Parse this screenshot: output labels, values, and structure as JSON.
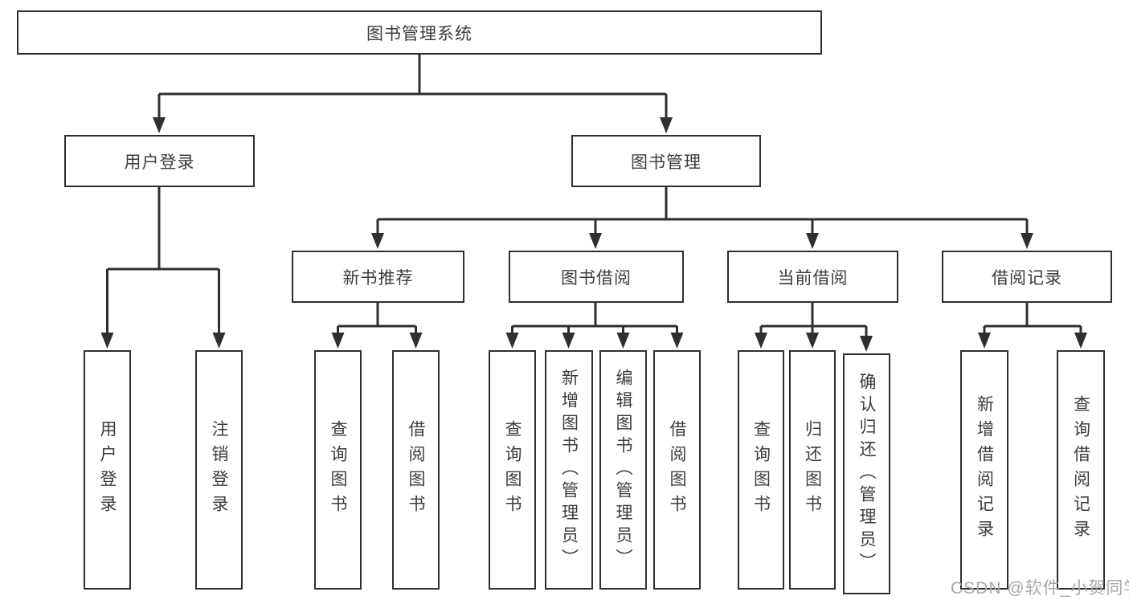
{
  "diagram_type": "tree",
  "tree": {
    "root": "图书管理系统",
    "level2": [
      {
        "label": "用户登录",
        "children": [
          "用户登录",
          "注销登录"
        ]
      },
      {
        "label": "图书管理",
        "children": [
          {
            "label": "新书推荐",
            "children": [
              "查询图书",
              "借阅图书"
            ]
          },
          {
            "label": "图书借阅",
            "children": [
              "查询图书",
              "新增图书（管理员）",
              "编辑图书（管理员）",
              "借阅图书"
            ]
          },
          {
            "label": "当前借阅",
            "children": [
              "查询图书",
              "归还图书",
              "确认归还（管理员）"
            ]
          },
          {
            "label": "借阅记录",
            "children": [
              "新增借阅记录",
              "查询借阅记录"
            ]
          }
        ]
      }
    ]
  },
  "colors": {
    "line": "#2f2f2f",
    "box_border": "#2f2f2f",
    "text": "#3c3c3c",
    "background": "#ffffff",
    "watermark": "#a8a8a8"
  },
  "watermark": "CSDN @软件_小贺同学"
}
